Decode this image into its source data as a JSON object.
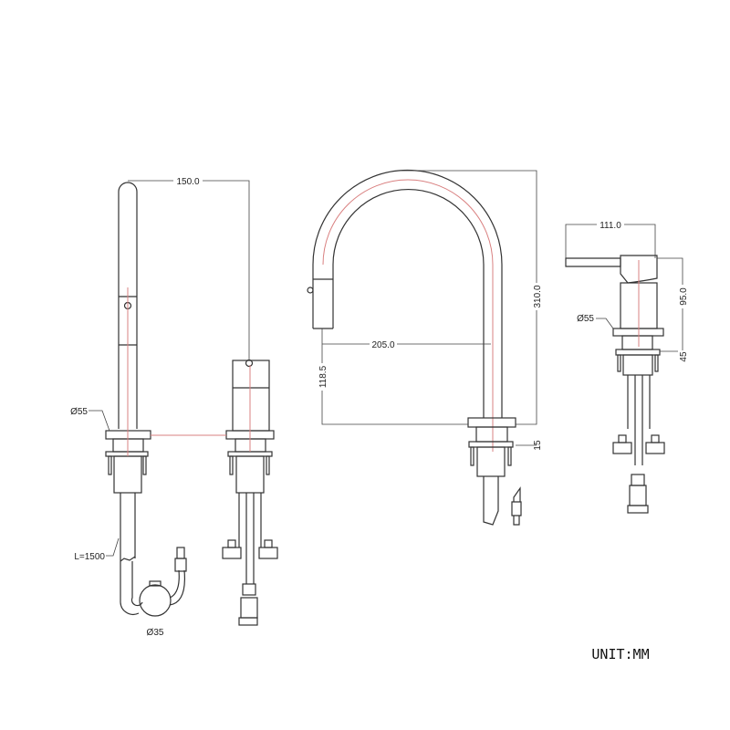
{
  "title": "Pull-down kitchen faucet technical drawing",
  "dimensions": {
    "spout_spacing": "150.0",
    "left_base_diameter": "Ø55",
    "hose_length": "L=1500",
    "weight_diameter": "Ø35",
    "reach": "205.0",
    "spout_clearance": "118.5",
    "total_height": "310.0",
    "plate_thickness": "15",
    "handle_length": "111.0",
    "handle_height": "95.0",
    "right_base_diameter": "Ø55",
    "body_height": "45"
  },
  "unit_label": "UNIT:MM",
  "colors": {
    "line": "#333333",
    "centerline": "#d98080"
  }
}
